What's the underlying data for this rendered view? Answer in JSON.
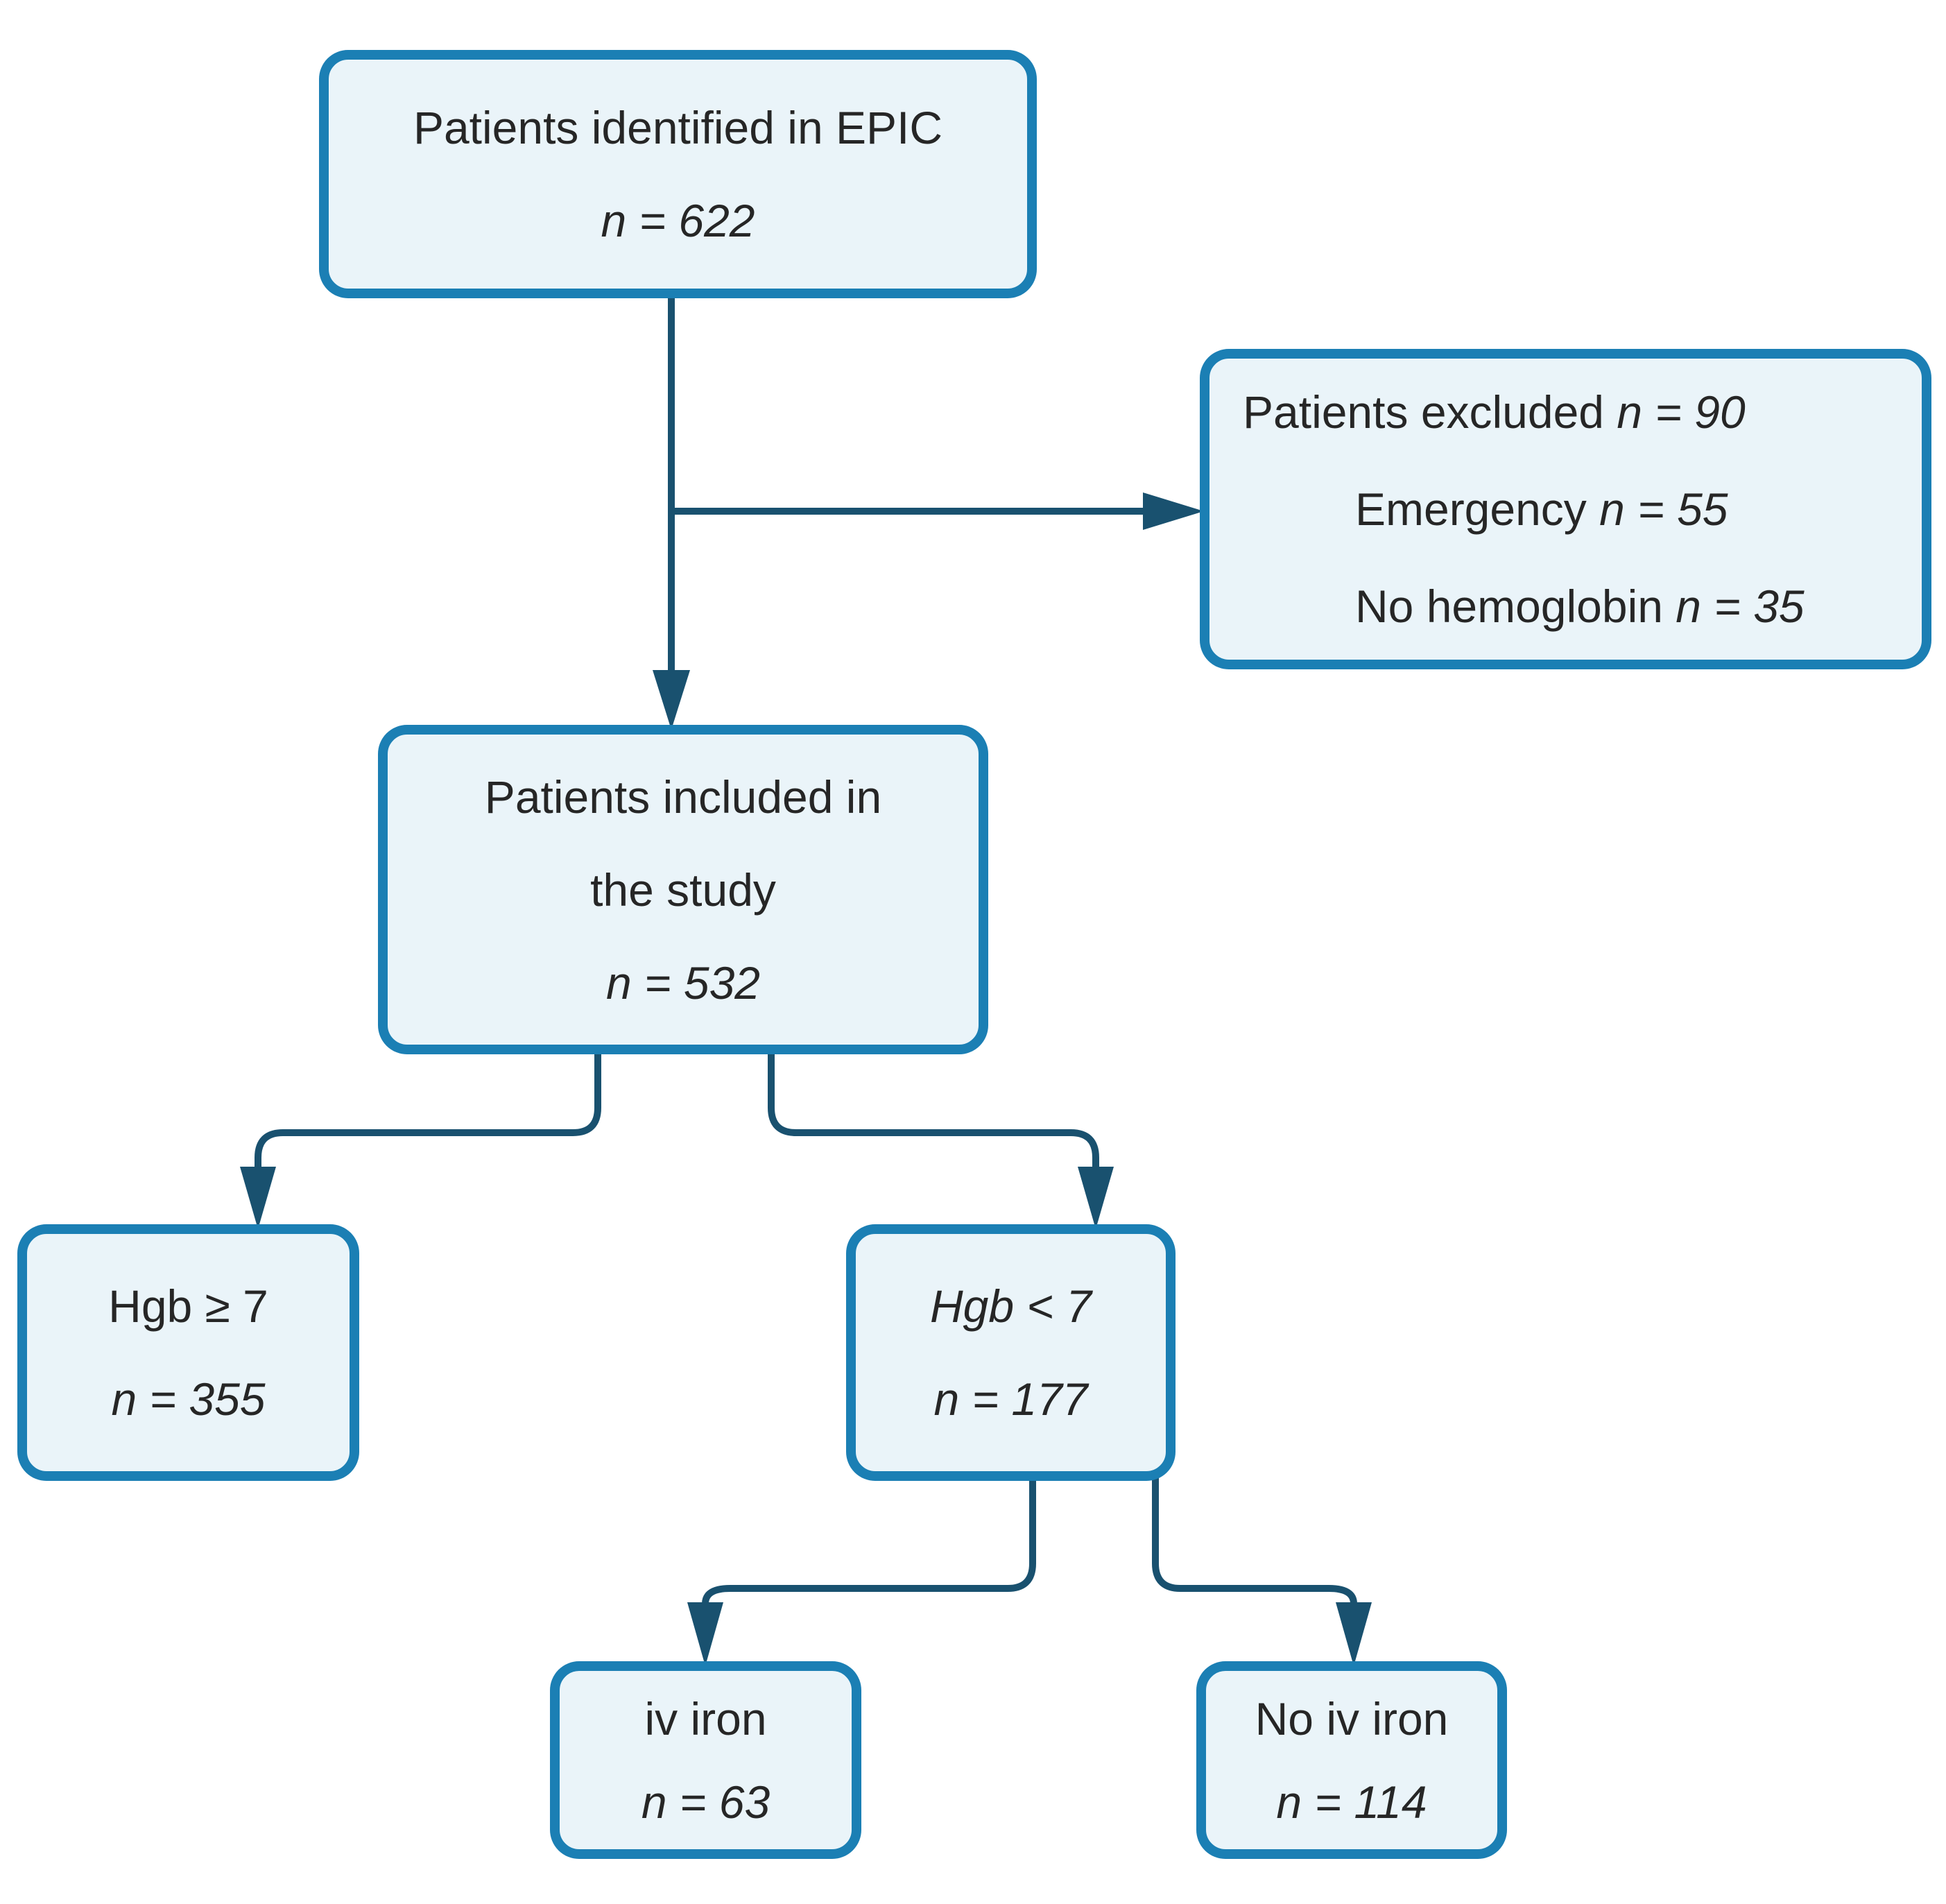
{
  "title": "Patient flow diagram",
  "colors": {
    "border": "#1b7fb4",
    "fill": "#eaf4f9",
    "connector": "#19516f",
    "text": "#262626",
    "bg": "#ffffff"
  },
  "nodes": {
    "identified": {
      "line1": "Patients identified in EPIC",
      "line2": "n = 622"
    },
    "excluded": {
      "line1_label": "Patients excluded",
      "line1_value": "n = 90",
      "line2_label": "Emergency",
      "line2_value": "n = 55",
      "line3_label": "No hemoglobin",
      "line3_value": "n = 35"
    },
    "included": {
      "line1": "Patients included in",
      "line2": "the study",
      "line3": "n = 532"
    },
    "hgb_ge7": {
      "line1": "Hgb ≥ 7",
      "line2": "n = 355"
    },
    "hgb_lt7": {
      "line1": "Hgb < 7",
      "line2": "n = 177"
    },
    "iv_iron": {
      "line1": "iv iron",
      "line2": "n = 63"
    },
    "no_iv_iron": {
      "line1": "No iv iron",
      "line2": "n = 114"
    }
  },
  "edges": [
    {
      "from": "identified",
      "to": "included"
    },
    {
      "from": "identified",
      "to": "excluded"
    },
    {
      "from": "included",
      "to": "hgb_ge7"
    },
    {
      "from": "included",
      "to": "hgb_lt7"
    },
    {
      "from": "hgb_lt7",
      "to": "iv_iron"
    },
    {
      "from": "hgb_lt7",
      "to": "no_iv_iron"
    }
  ]
}
